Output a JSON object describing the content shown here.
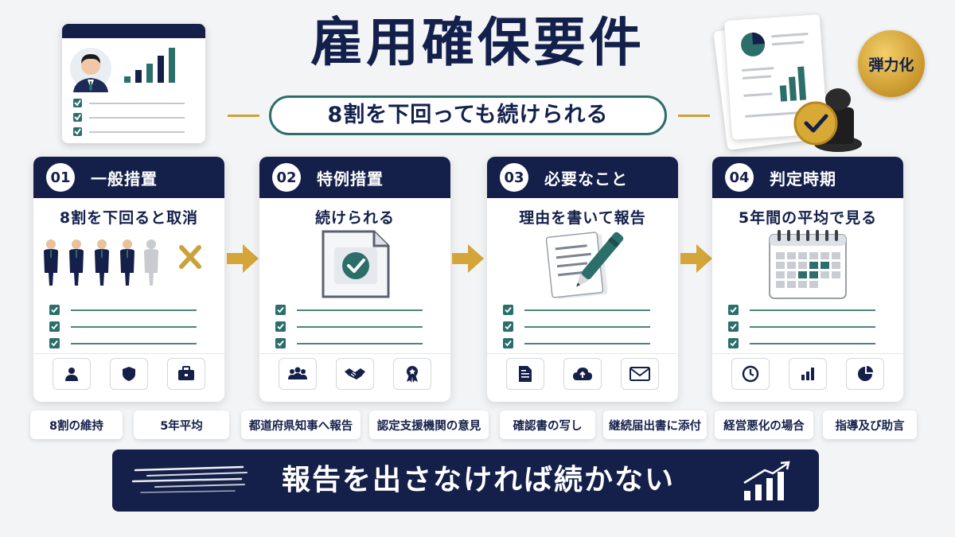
{
  "header": {
    "title": "雇用確保要件",
    "subtitle": "8割を下回っても続けられる"
  },
  "badge": {
    "label": "弾力化"
  },
  "steps": [
    {
      "number": "01",
      "title": "一般措置",
      "subtitle": "8割を下回ると取消"
    },
    {
      "number": "02",
      "title": "特例措置",
      "subtitle": "続けられる"
    },
    {
      "number": "03",
      "title": "必要なこと",
      "subtitle": "理由を書いて報告"
    },
    {
      "number": "04",
      "title": "判定時期",
      "subtitle": "5年間の平均で見る"
    }
  ],
  "tags": [
    "8割の維持",
    "5年平均",
    "都道府県知事へ報告",
    "認定支援機関の意見",
    "確認書の写し",
    "継続届出書に添付",
    "経営悪化の場合",
    "指導及び助言"
  ],
  "banner": {
    "text": "報告を出さなければ続かない"
  },
  "colors": {
    "navy": "#14204a",
    "teal": "#2c6f6a",
    "gold": "#c9a23a",
    "background": "#f3f4f6"
  },
  "icons": {
    "step1": [
      "person-icon",
      "shield-icon",
      "briefcase-icon"
    ],
    "step2": [
      "group-icon",
      "handshake-icon",
      "award-icon"
    ],
    "step3": [
      "document-icon",
      "cloud-upload-icon",
      "mail-icon"
    ],
    "step4": [
      "clock-icon",
      "bar-chart-icon",
      "pie-chart-icon"
    ]
  }
}
